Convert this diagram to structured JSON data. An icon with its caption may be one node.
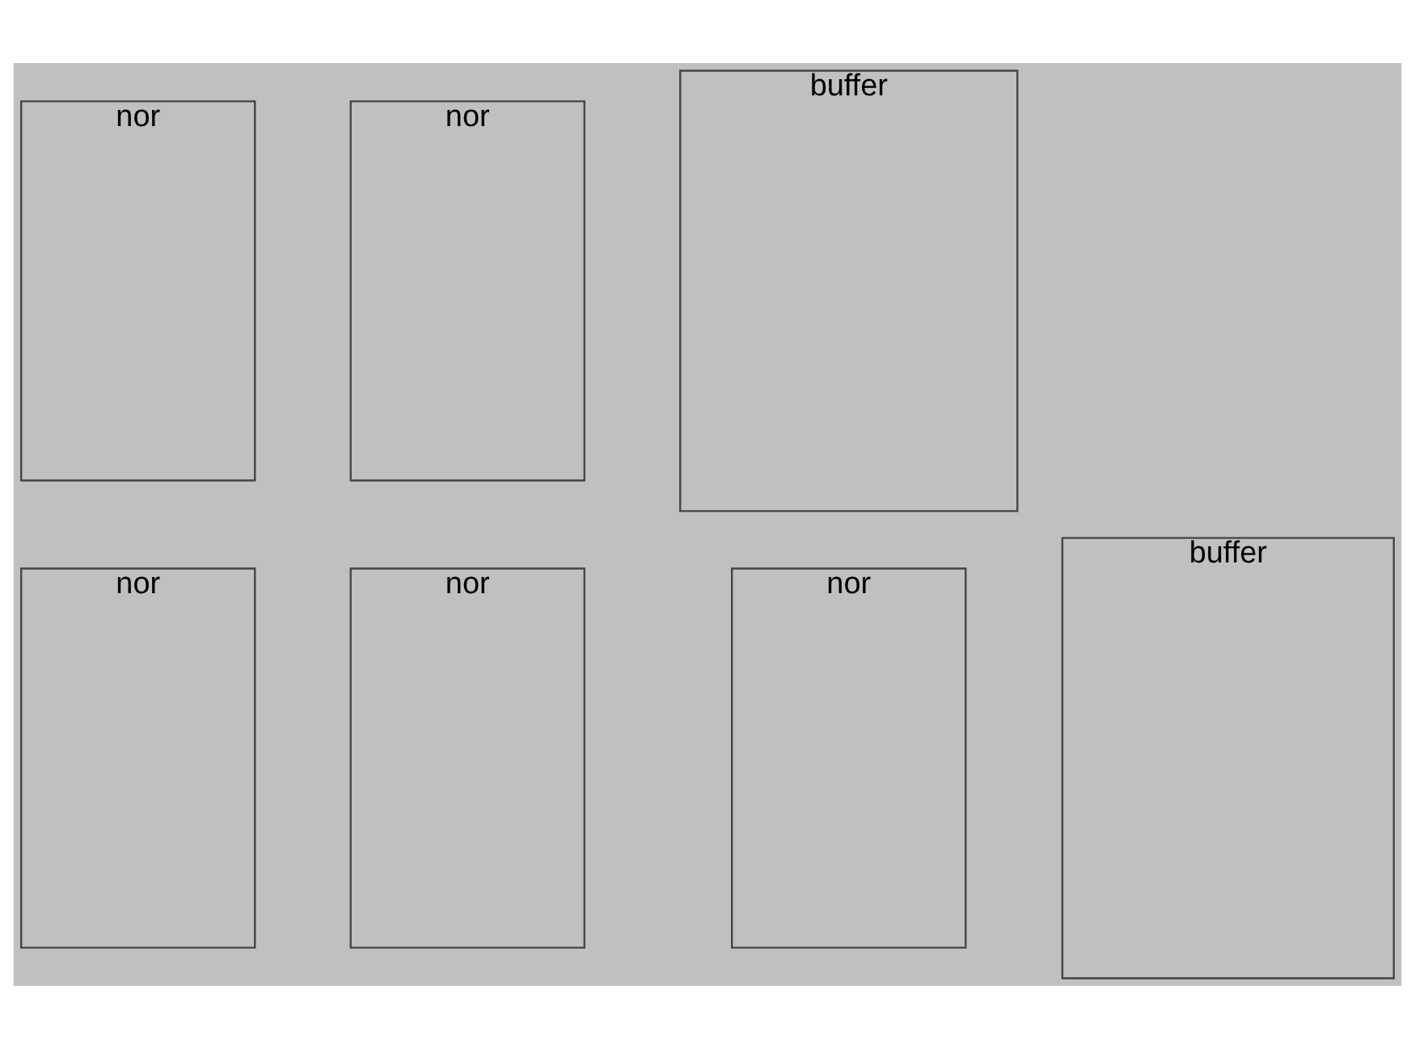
{
  "diagram": {
    "nodes": [
      {
        "text": [
          "nor"
        ]
      },
      {
        "text": [
          "nor"
        ]
      },
      {
        "text": [
          "buffer"
        ]
      },
      {
        "text": [
          "nor"
        ]
      },
      {
        "text": [
          "nor"
        ]
      },
      {
        "text": [
          "nor"
        ]
      },
      {
        "text": [
          "buffer"
        ]
      }
    ]
  }
}
